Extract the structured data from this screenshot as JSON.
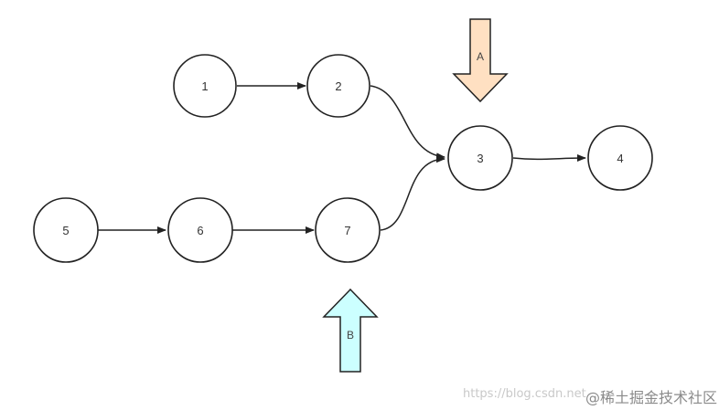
{
  "diagram": {
    "nodes": [
      {
        "id": "1",
        "label": "1"
      },
      {
        "id": "2",
        "label": "2"
      },
      {
        "id": "3",
        "label": "3"
      },
      {
        "id": "4",
        "label": "4"
      },
      {
        "id": "5",
        "label": "5"
      },
      {
        "id": "6",
        "label": "6"
      },
      {
        "id": "7",
        "label": "7"
      }
    ],
    "edges": [
      {
        "from": "1",
        "to": "2"
      },
      {
        "from": "2",
        "to": "3"
      },
      {
        "from": "3",
        "to": "4"
      },
      {
        "from": "5",
        "to": "6"
      },
      {
        "from": "6",
        "to": "7"
      },
      {
        "from": "7",
        "to": "3"
      }
    ],
    "pointers": [
      {
        "id": "A",
        "label": "A",
        "direction": "down",
        "target": "3",
        "fill": "#ffe0c2"
      },
      {
        "id": "B",
        "label": "B",
        "direction": "up",
        "target": "7",
        "fill": "#ccffff"
      }
    ],
    "colors": {
      "stroke": "#222222",
      "node_fill": "#ffffff"
    }
  },
  "watermark": {
    "url": "https://blog.csdn.net",
    "brand": "@稀土掘金技术社区"
  }
}
